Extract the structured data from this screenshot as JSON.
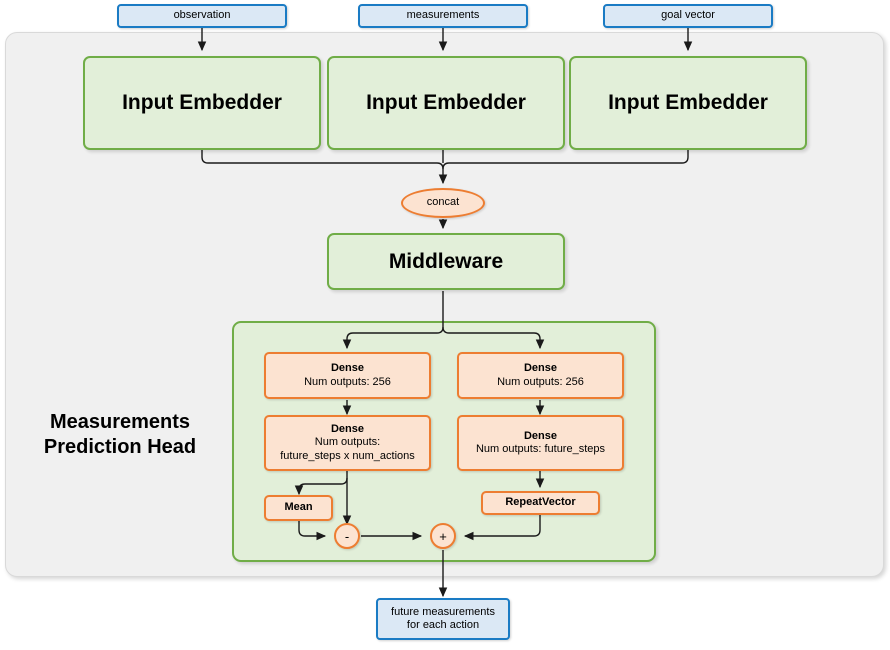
{
  "diagram": {
    "title": "Measurements Prediction Head",
    "colors": {
      "blue_border": "#1a7bc4",
      "blue_fill": "#dbe8f5",
      "green_border": "#70ad47",
      "green_fill": "#e2efd9",
      "orange_border": "#ed7d31",
      "orange_fill": "#fce3d1",
      "gray_fill": "#f0f0f0",
      "wire": "#1a1a1a"
    },
    "inputs": [
      {
        "label": "observation"
      },
      {
        "label": "measurements"
      },
      {
        "label": "goal vector"
      }
    ],
    "embedders": [
      {
        "label": "Input Embedder"
      },
      {
        "label": "Input Embedder"
      },
      {
        "label": "Input Embedder"
      }
    ],
    "concat": {
      "label": "concat"
    },
    "middleware": {
      "label": "Middleware"
    },
    "head": {
      "label": "Measurements\nPrediction Head",
      "label_line1": "Measurements",
      "label_line2": "Prediction Head",
      "left_branch": [
        {
          "title": "Dense",
          "lines": [
            "Num outputs: 256"
          ]
        },
        {
          "title": "Dense",
          "lines": [
            "Num outputs:",
            "future_steps x num_actions"
          ]
        },
        {
          "title": "Mean",
          "lines": []
        }
      ],
      "right_branch": [
        {
          "title": "Dense",
          "lines": [
            "Num outputs: 256"
          ]
        },
        {
          "title": "Dense",
          "lines": [
            "Num outputs: future_steps"
          ]
        },
        {
          "title": "RepeatVector",
          "lines": []
        }
      ],
      "operators": [
        {
          "symbol": "-",
          "name": "subtract"
        },
        {
          "symbol": "+",
          "name": "add"
        }
      ]
    },
    "output": {
      "line1": "future measurements",
      "line2": "for each action"
    }
  }
}
